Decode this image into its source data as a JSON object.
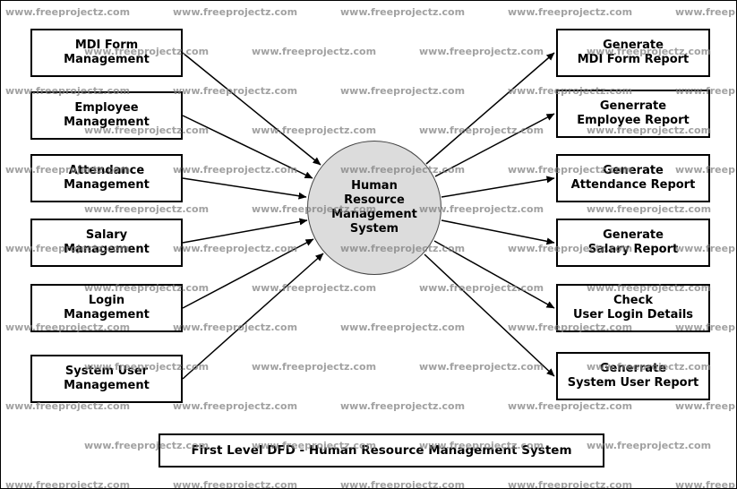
{
  "watermark": {
    "text": "www.freeprojectz.com"
  },
  "diagram": {
    "title": "First Level DFD - Human Resource Management System",
    "process": {
      "label": "Human\nResource\nManagement\nSystem"
    },
    "left_entities": [
      {
        "label": "MDI Form\nManagement"
      },
      {
        "label": "Employee\nManagement"
      },
      {
        "label": "Attendance\nManagement"
      },
      {
        "label": "Salary\nManagement"
      },
      {
        "label": "Login\nManagement"
      },
      {
        "label": "System User\nManagement"
      }
    ],
    "right_entities": [
      {
        "label": "Generate\nMDI Form Report"
      },
      {
        "label": "Generrate\nEmployee Report"
      },
      {
        "label": "Generate\nAttendance Report"
      },
      {
        "label": "Generate\nSalary Report"
      },
      {
        "label": "Check\nUser Login Details"
      },
      {
        "label": "Generrate\nSystem User Report"
      }
    ]
  }
}
